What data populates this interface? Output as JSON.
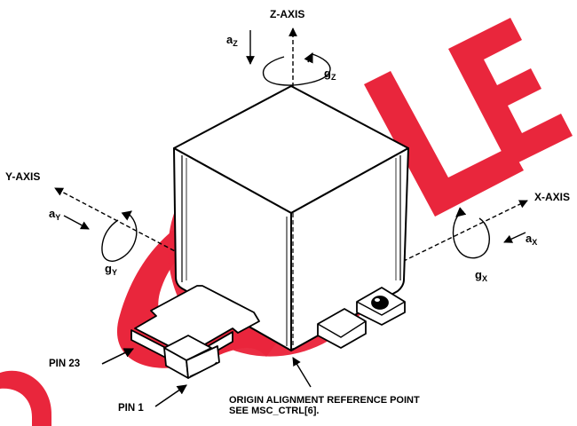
{
  "axes": {
    "z": "Z-AXIS",
    "y": "Y-AXIS",
    "x": "X-AXIS"
  },
  "symbols": {
    "az": {
      "base": "a",
      "sub": "Z"
    },
    "gz": {
      "base": "g",
      "sub": "Z"
    },
    "ay": {
      "base": "a",
      "sub": "Y"
    },
    "gy": {
      "base": "g",
      "sub": "Y"
    },
    "ax": {
      "base": "a",
      "sub": "X"
    },
    "gx": {
      "base": "g",
      "sub": "X"
    }
  },
  "pins": {
    "pin23": "PIN 23",
    "pin1": "PIN 1"
  },
  "note": {
    "line1": "ORIGIN ALIGNMENT REFERENCE POINT",
    "line2": "SEE MSC_CTRL[6]."
  },
  "watermark": {
    "text": "OBSOLETE",
    "color": "#e8132b"
  }
}
